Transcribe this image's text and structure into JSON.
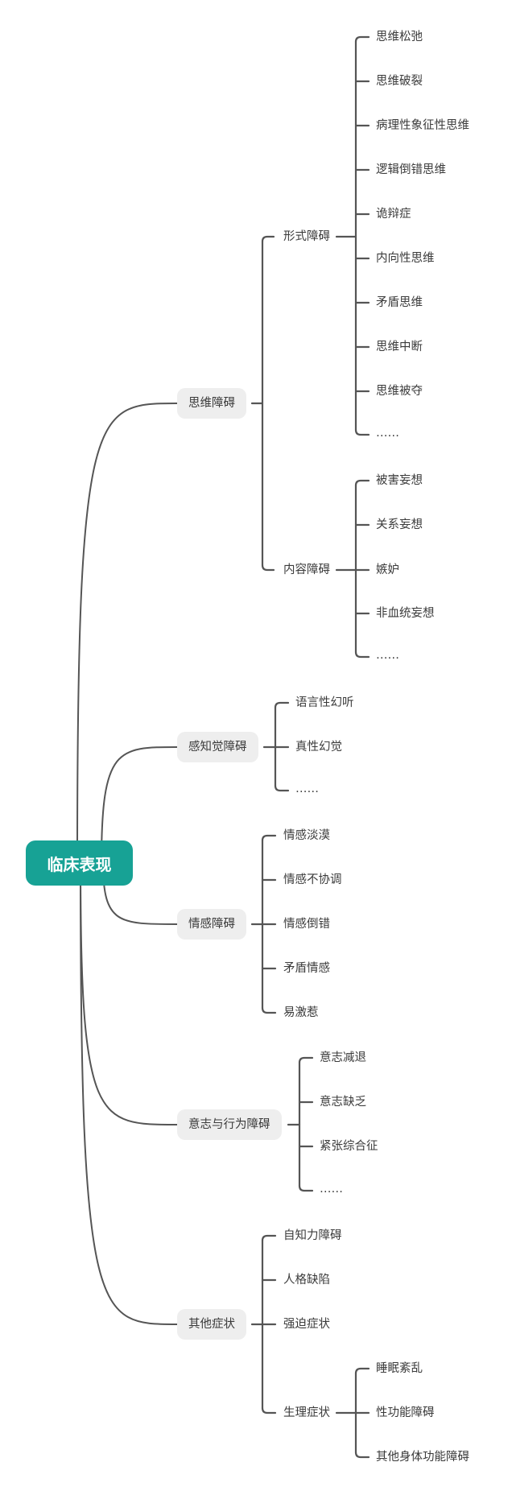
{
  "root": {
    "label": "临床表现"
  },
  "colors": {
    "root_fill": "#17a295",
    "branch_fill": "#eeeeee",
    "line": "#555555",
    "text": "#3b3b3b"
  },
  "branches": [
    {
      "label": "思维障碍",
      "groups": [
        {
          "label": "形式障碍",
          "items": [
            "思维松弛",
            "思维破裂",
            "病理性象征性思维",
            "逻辑倒错思维",
            "诡辩症",
            "内向性思维",
            "矛盾思维",
            "思维中断",
            "思维被夺",
            "……"
          ]
        },
        {
          "label": "内容障碍",
          "items": [
            "被害妄想",
            "关系妄想",
            "嫉妒",
            "非血统妄想",
            "……"
          ]
        }
      ]
    },
    {
      "label": "感知觉障碍",
      "items": [
        "语言性幻听",
        "真性幻觉",
        "……"
      ]
    },
    {
      "label": "情感障碍",
      "items": [
        "情感淡漠",
        "情感不协调",
        "情感倒错",
        "矛盾情感",
        "易激惹"
      ]
    },
    {
      "label": "意志与行为障碍",
      "items": [
        "意志减退",
        "意志缺乏",
        "紧张综合征",
        "……"
      ]
    },
    {
      "label": "其他症状",
      "items": [
        "自知力障碍",
        "人格缺陷",
        "强迫症状"
      ],
      "group": {
        "label": "生理症状",
        "items": [
          "睡眠紊乱",
          "性功能障碍",
          "其他身体功能障碍"
        ]
      }
    }
  ]
}
